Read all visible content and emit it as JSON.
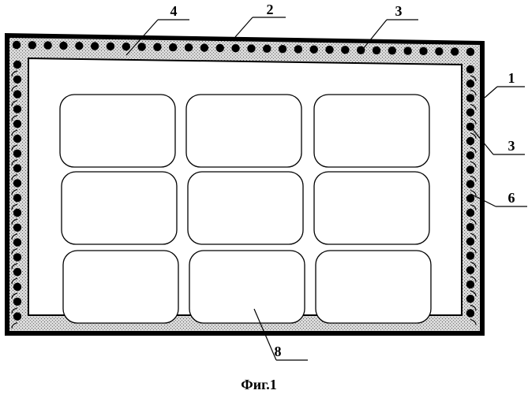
{
  "figure": {
    "caption": "Фиг.1",
    "reference_numerals": {
      "r1": "1",
      "r2": "2",
      "r3_top": "3",
      "r3_right": "3",
      "r4": "4",
      "r6": "6",
      "r8": "8"
    },
    "cell_grid": {
      "rows": 3,
      "columns": 3
    },
    "colors": {
      "ink": "#000000",
      "frame_fill": "#c8c8c8",
      "paper": "#ffffff"
    }
  }
}
